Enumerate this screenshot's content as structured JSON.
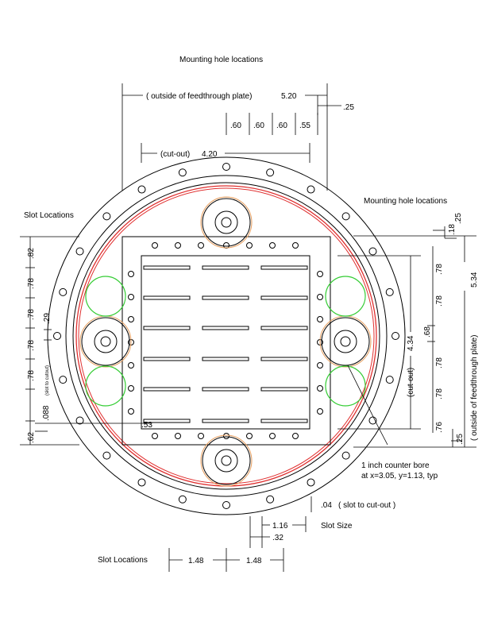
{
  "labels": {
    "mounting_top": "Mounting hole locations",
    "mounting_right": "Mounting hole locations",
    "slot_locations_left": "Slot Locations",
    "slot_locations_bottom": "Slot Locations",
    "outside_plate_top": "( outside of feedthrough plate)",
    "outside_plate_top_val": "5.20",
    "cutout_top": "(cut-out)",
    "cutout_top_val": "4.20",
    "dim_25_top": ".25",
    "dims_60": [
      ".60",
      ".60",
      ".60",
      ".55"
    ],
    "right_dims": [
      ".25",
      ".18",
      ".78",
      ".78",
      ".68",
      ".78",
      ".78",
      ".76",
      ".25"
    ],
    "cutout_right": "(cut-out)",
    "cutout_right_val": "4.34",
    "outside_plate_right": "( outside of feedthrough plate)",
    "outside_plate_right_val": "5.34",
    "left_dims": [
      ".82",
      ".78",
      ".78",
      ".78",
      ".78",
      ".62"
    ],
    "dim_29": ".29",
    "slot_to_cutout_small": "(slot to cutout)",
    "dim_088": ".088",
    "dim_53": ".53",
    "counter_bore_line1": "1 inch counter bore",
    "counter_bore_line2": "at x=3.05, y=1.13, typ",
    "dim_04": ".04",
    "slot_to_cutout": "( slot to cut-out )",
    "dim_116": "1.16",
    "slot_size": "Slot Size",
    "dim_32": ".32",
    "dims_148": [
      "1.48",
      "1.48"
    ]
  },
  "colors": {
    "line": "#000000",
    "red_ring": "#e03030",
    "green_circles": "#33cc33",
    "orange_circles": "#e8a060"
  }
}
